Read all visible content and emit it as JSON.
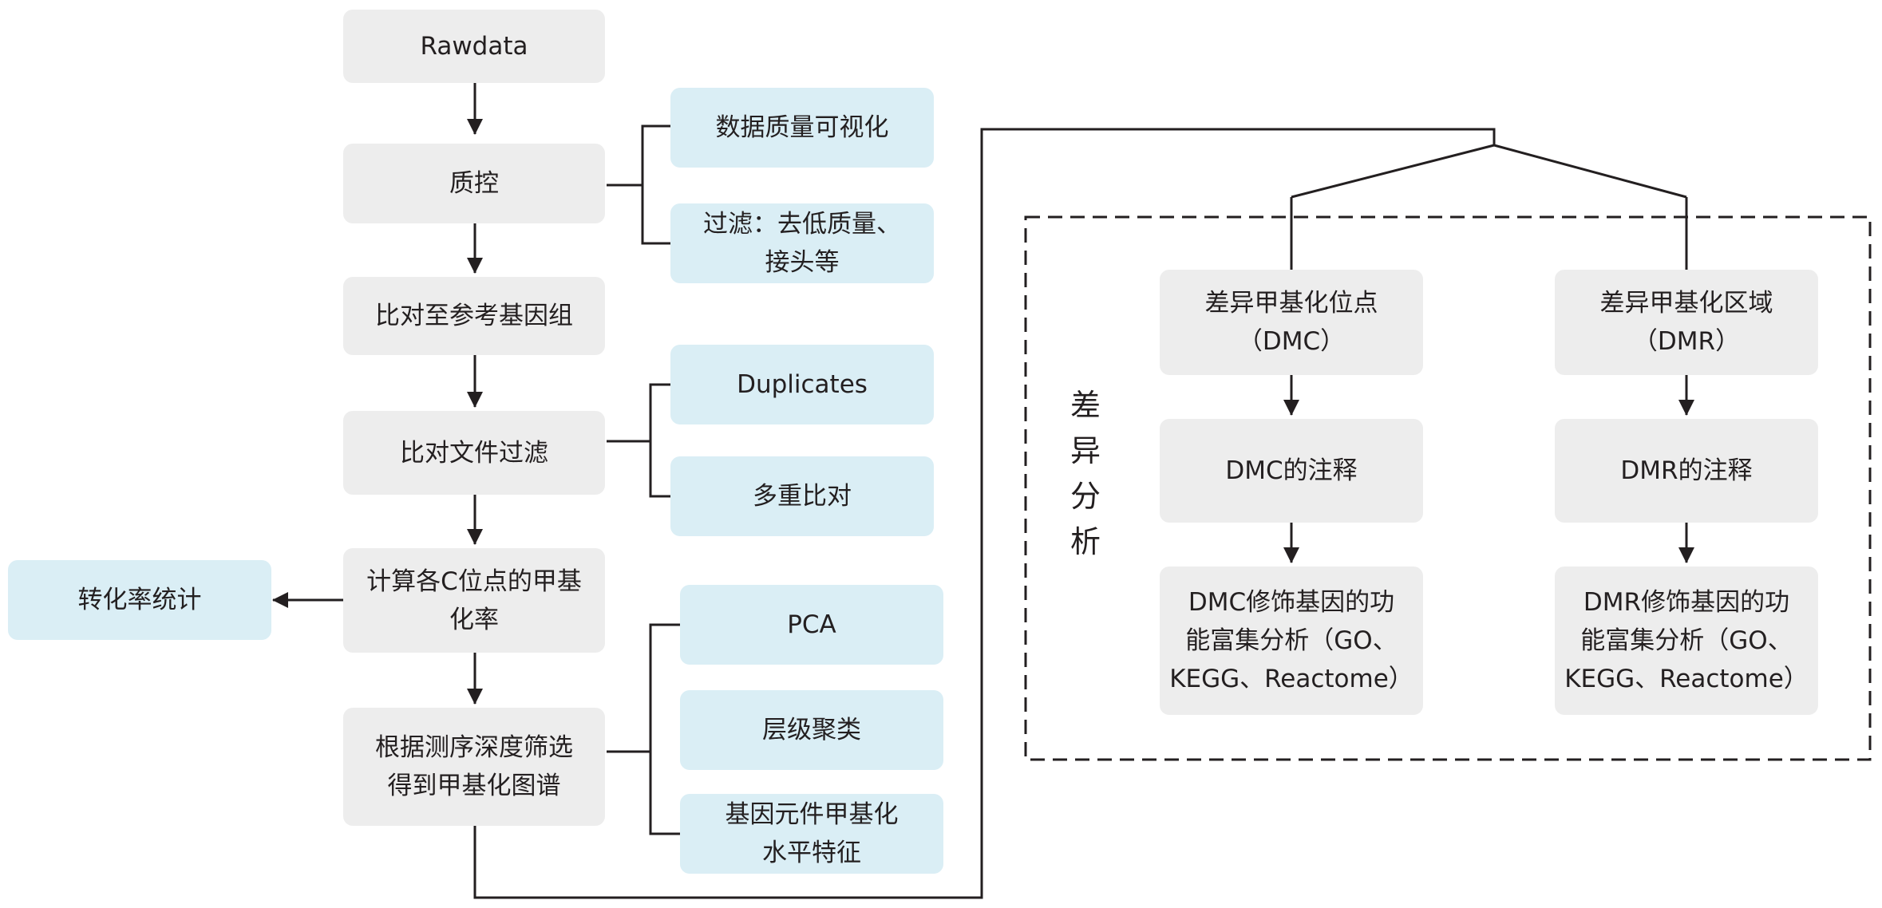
{
  "main_flow": {
    "rawdata": "Rawdata",
    "qc": "质控",
    "align": "比对至参考基因组",
    "filter_bam": "比对文件过滤",
    "calc_rate": "计算各C位点的甲基\n化率",
    "depth_filter": "根据测序深度筛选\n得到甲基化图谱"
  },
  "side_branches": {
    "data_quality_viz": "数据质量可视化",
    "filter_low_quality": "过滤：去低质量、\n接头等",
    "duplicates": "Duplicates",
    "multi_align": "多重比对",
    "conversion_stats": "转化率统计",
    "pca": "PCA",
    "hier_cluster": "层级聚类",
    "element_methylation": "基因元件甲基化\n水平特征"
  },
  "differential_analysis": {
    "label": "差\n异\n分\n析",
    "dmc": {
      "site": "差异甲基化位点\n（DMC）",
      "annotation": "DMC的注释",
      "enrichment": "DMC修饰基因的功\n能富集分析（GO、\nKEGG、Reactome）"
    },
    "dmr": {
      "region": "差异甲基化区域\n（DMR）",
      "annotation": "DMR的注释",
      "enrichment": "DMR修饰基因的功\n能富集分析（GO、\nKEGG、Reactome）"
    }
  },
  "colors": {
    "main_box": "#ededed",
    "side_box": "#daeef5",
    "line": "#231f20"
  }
}
